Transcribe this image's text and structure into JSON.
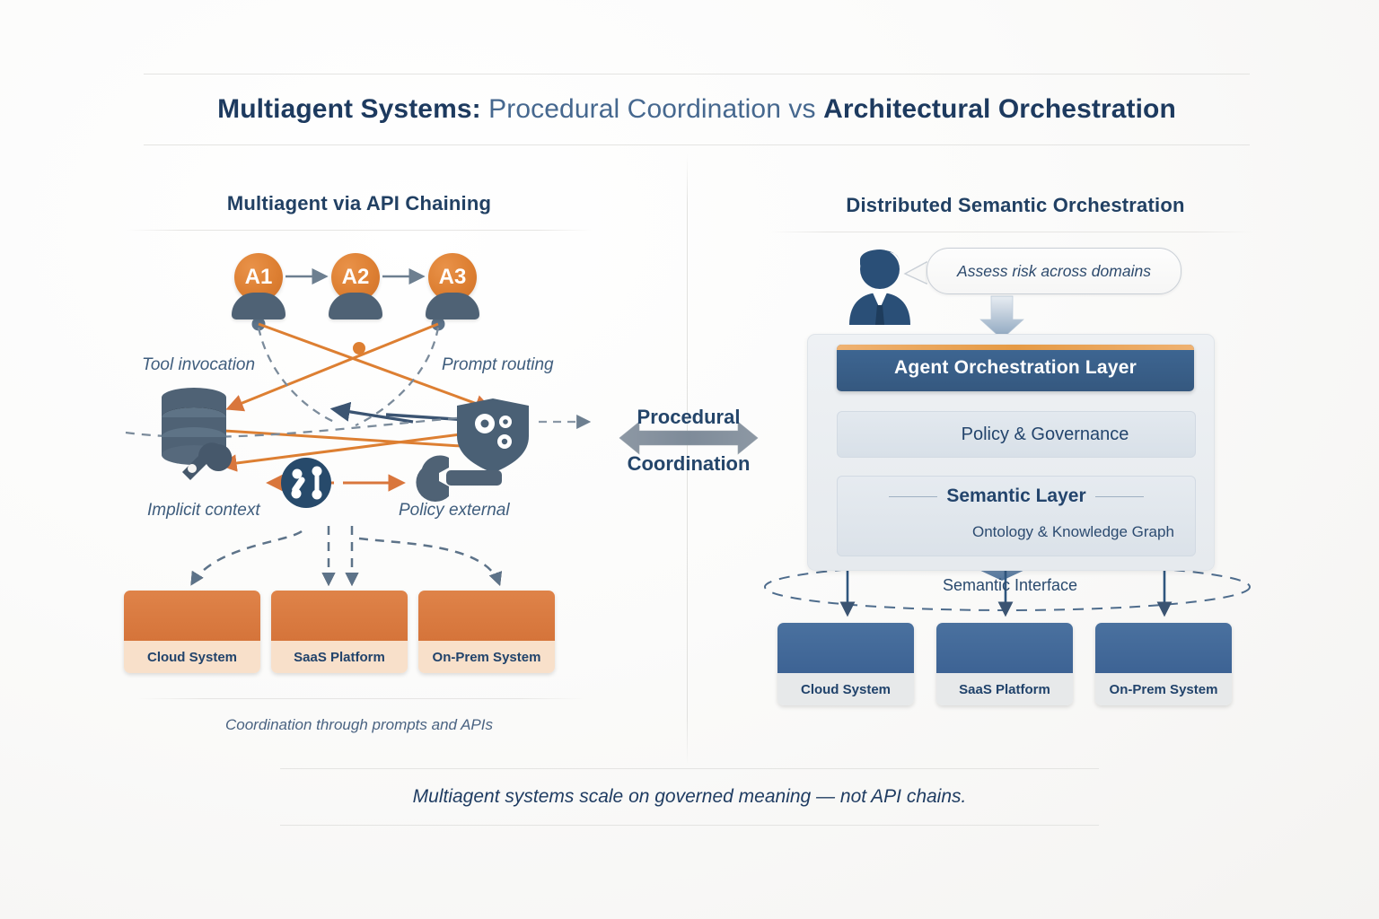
{
  "title": {
    "lead": "Multiagent Systems:",
    "middle": " Procedural Coordination vs ",
    "tail": "Architectural Orchestration"
  },
  "left_panel": {
    "heading": "Multiagent via API Chaining",
    "agents": [
      {
        "label": "A1"
      },
      {
        "label": "A2"
      },
      {
        "label": "A3"
      }
    ],
    "annotations": {
      "tool_invocation": "Tool invocation",
      "prompt_routing": "Prompt routing",
      "implicit_context": "Implicit context",
      "policy_external": "Policy external"
    },
    "systems": [
      {
        "label": "Cloud System",
        "icon": "cloud-icon"
      },
      {
        "label": "SaaS Platform",
        "icon": "database-icon"
      },
      {
        "label": "On-Prem System",
        "icon": "cloud-connector-icon"
      }
    ],
    "caption": "Coordination through prompts and APIs"
  },
  "center": {
    "arrow_label_top": "Procedural",
    "arrow_label_bottom": "Coordination",
    "icon": "double-arrow-icon"
  },
  "right_panel": {
    "heading": "Distributed Semantic Orchestration",
    "user_icon": "user-avatar-icon",
    "speech_bubble": "Assess risk across domains",
    "layers": {
      "orchestration": "Agent Orchestration Layer",
      "policy": "Policy & Governance",
      "policy_icon": "shield-icon",
      "semantic_title": "Semantic Layer",
      "semantic_subtitle": "Ontology & Knowledge Graph",
      "semantic_icon": "knowledge-graph-icon"
    },
    "semantic_interface": "Semantic Interface",
    "systems": [
      {
        "label": "Cloud System",
        "icon": "cloud-icon"
      },
      {
        "label": "SaaS Platform",
        "icon": "database-icon"
      },
      {
        "label": "On-Prem System",
        "icon": "cloud-connector-icon"
      }
    ]
  },
  "footer": {
    "text": "Multiagent systems scale on governed meaning — not API chains."
  },
  "colors": {
    "accent_orange": "#dd7f32",
    "card_orange": "#d9763c",
    "card_orange_caption": "#f8e0ca",
    "deep_blue": "#1d3a5f",
    "steel_blue": "#41699b",
    "slate": "#4f6275",
    "panel_bg": "#f4f3f1",
    "divider": "#e4e4e2"
  }
}
